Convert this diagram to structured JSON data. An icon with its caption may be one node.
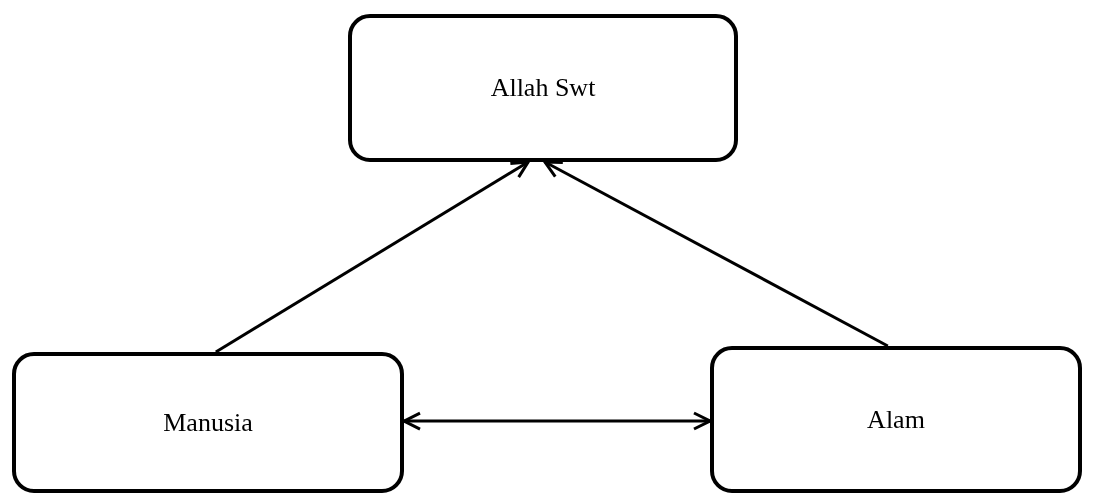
{
  "diagram": {
    "nodes": [
      {
        "text": [
          "Allah Swt"
        ]
      },
      {
        "text": [
          "Manusia"
        ]
      },
      {
        "text": [
          "Alam"
        ]
      }
    ],
    "edges": [
      {
        "from": 1,
        "to": 0,
        "arrow": "to"
      },
      {
        "from": 2,
        "to": 0,
        "arrow": "to"
      },
      {
        "from": 1,
        "to": 2,
        "arrow": "both"
      }
    ]
  }
}
